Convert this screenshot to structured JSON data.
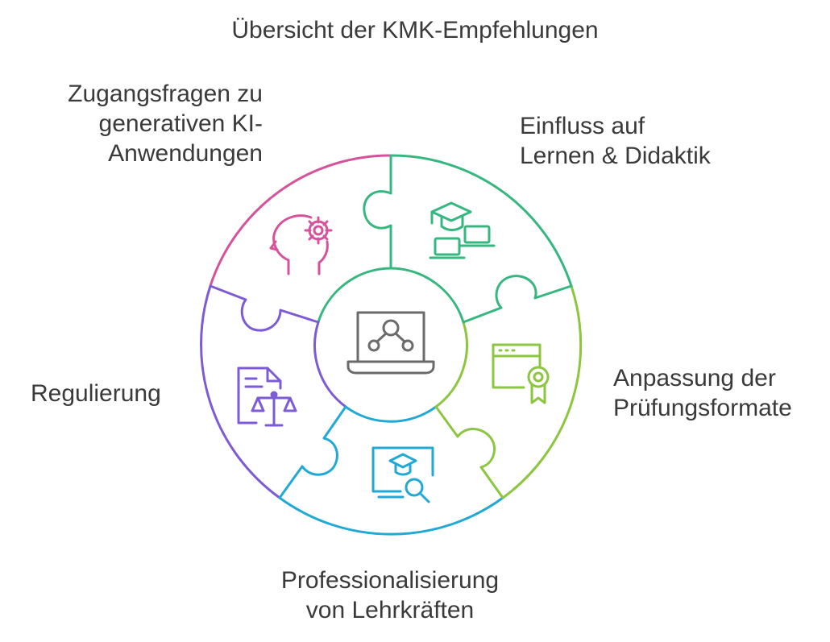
{
  "title": "Übersicht der KMK-Empfehlungen",
  "segments": [
    {
      "id": "access",
      "label_lines": [
        "Zugangsfragen zu",
        "generativen KI-",
        "Anwendungen"
      ],
      "color": "#d6529a",
      "icon": "head-gear-icon"
    },
    {
      "id": "learning",
      "label_lines": [
        "Einfluss auf",
        "Lernen & Didaktik"
      ],
      "color": "#35b77f",
      "icon": "graduation-laptops-icon"
    },
    {
      "id": "exam",
      "label_lines": [
        "Anpassung der",
        "Prüfungsformate"
      ],
      "color": "#8cc63f",
      "icon": "browser-certificate-icon"
    },
    {
      "id": "professional",
      "label_lines": [
        "Professionalisierung",
        "von Lehrkräften"
      ],
      "color": "#21a9d6",
      "icon": "teacher-search-icon"
    },
    {
      "id": "regulation",
      "label_lines": [
        "Regulierung"
      ],
      "color": "#7d5bd6",
      "icon": "document-scales-icon"
    }
  ],
  "center": {
    "icon": "laptop-network-icon",
    "color": "#6b6b6b"
  }
}
